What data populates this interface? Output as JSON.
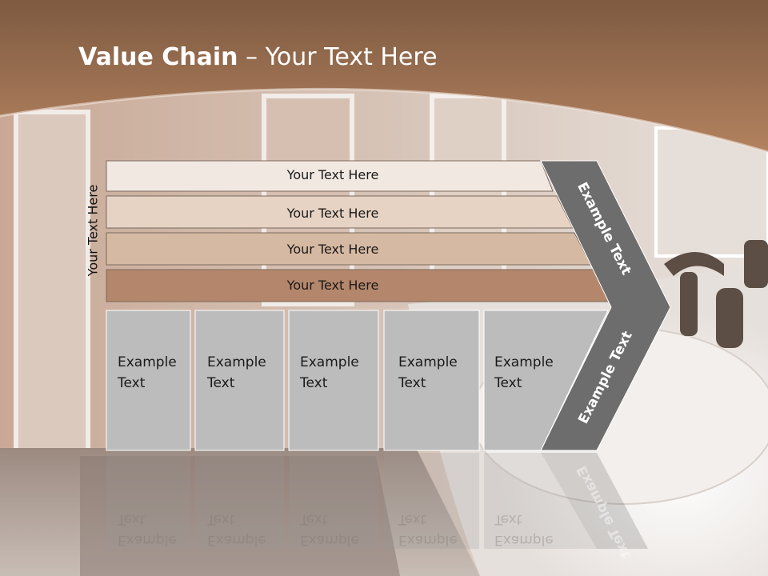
{
  "slide": {
    "title_bold": "Value Chain",
    "title_rest": " – Your Text Here",
    "side_label": "Your Text Here"
  },
  "bands": [
    {
      "label": "Your Text Here",
      "color": "#f1e8e2"
    },
    {
      "label": "Your Text Here",
      "color": "#e6d3c4"
    },
    {
      "label": "Your Text Here",
      "color": "#d6b9a2"
    },
    {
      "label": "Your Text Here",
      "color": "#b4866b"
    }
  ],
  "chevron": {
    "top_label": "Example Text",
    "bottom_label": "Example Text",
    "color": "#6d6d6d"
  },
  "cells": [
    {
      "line1": "Example",
      "line2": "Text"
    },
    {
      "line1": "Example",
      "line2": "Text"
    },
    {
      "line1": "Example",
      "line2": "Text"
    },
    {
      "line1": "Example",
      "line2": "Text"
    },
    {
      "line1": "Example",
      "line2": "Text"
    }
  ],
  "colors": {
    "header_brown": "#a47553",
    "cell_gray": "#bcbcbc"
  }
}
